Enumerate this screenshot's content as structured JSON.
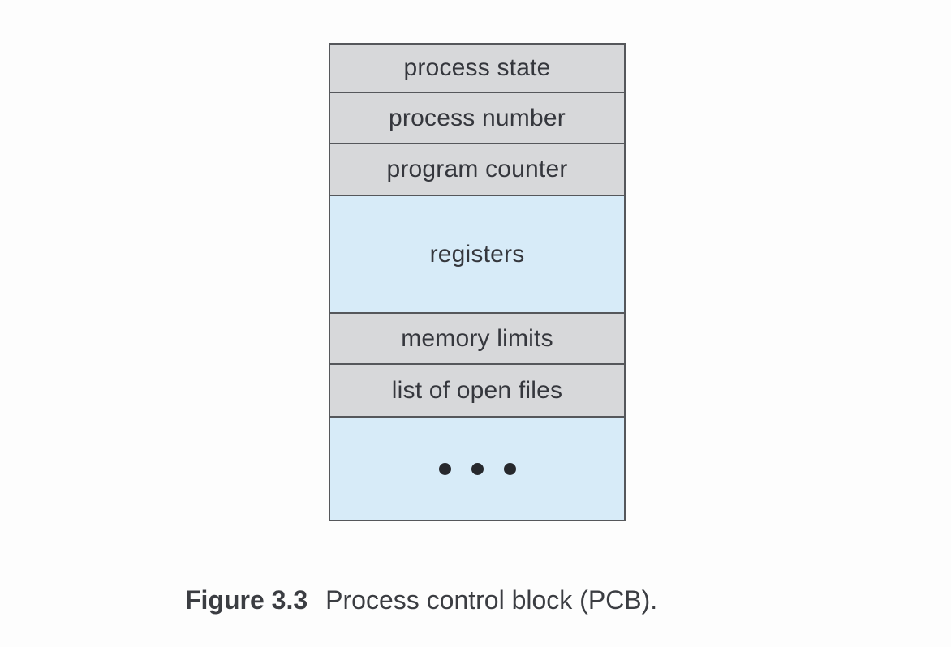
{
  "figure": {
    "caption": {
      "label": "Figure 3.3",
      "text": "Process control block (PCB)."
    },
    "pcb": {
      "rows": [
        {
          "label": "process state",
          "fill": "gray"
        },
        {
          "label": "process number",
          "fill": "gray"
        },
        {
          "label": "program counter",
          "fill": "gray"
        },
        {
          "label": "registers",
          "fill": "blue"
        },
        {
          "label": "memory limits",
          "fill": "gray"
        },
        {
          "label": "list of open files",
          "fill": "gray"
        },
        {
          "label": "• • •",
          "fill": "blue",
          "rendered_as": "ellipsis-dots"
        }
      ]
    },
    "colors": {
      "gray_fill": "#d7d8da",
      "blue_fill": "#d7ebf8",
      "border": "#55575b",
      "row_text": "#35373d",
      "caption_text": "#3b3d42",
      "background": "#fdfdfd"
    }
  }
}
